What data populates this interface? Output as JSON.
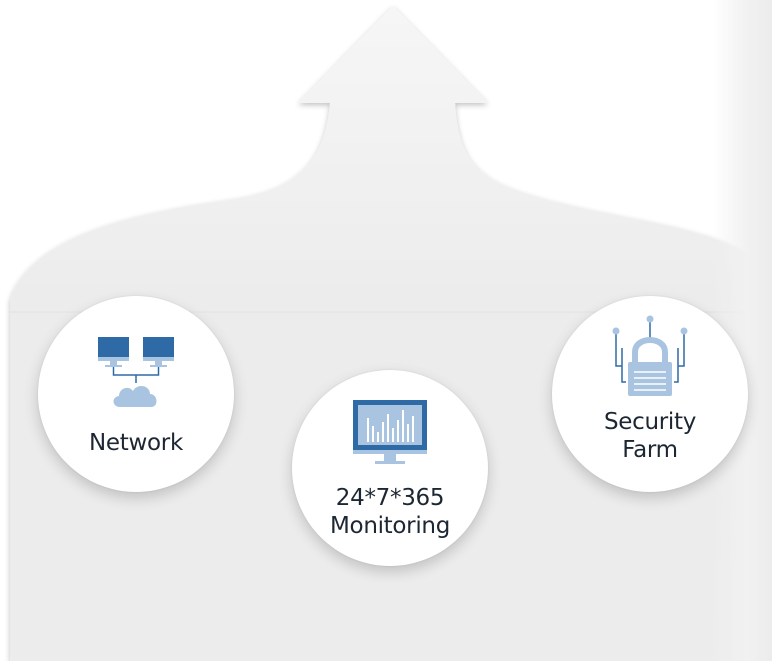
{
  "colors": {
    "background_gray": "#efefef",
    "icon_dark_blue": "#2e6aa6",
    "icon_light_blue": "#a9c4e0",
    "label_text": "#1d2733"
  },
  "cards": [
    {
      "id": "network",
      "label": "Network",
      "icon": "network-cloud-icon"
    },
    {
      "id": "monitoring",
      "label_line1": "24*7*365",
      "label_line2": "Monitoring",
      "icon": "monitor-chart-icon"
    },
    {
      "id": "security",
      "label_line1": "Security",
      "label_line2": "Farm",
      "icon": "padlock-circuit-icon"
    }
  ],
  "arrow": {
    "direction": "up"
  }
}
